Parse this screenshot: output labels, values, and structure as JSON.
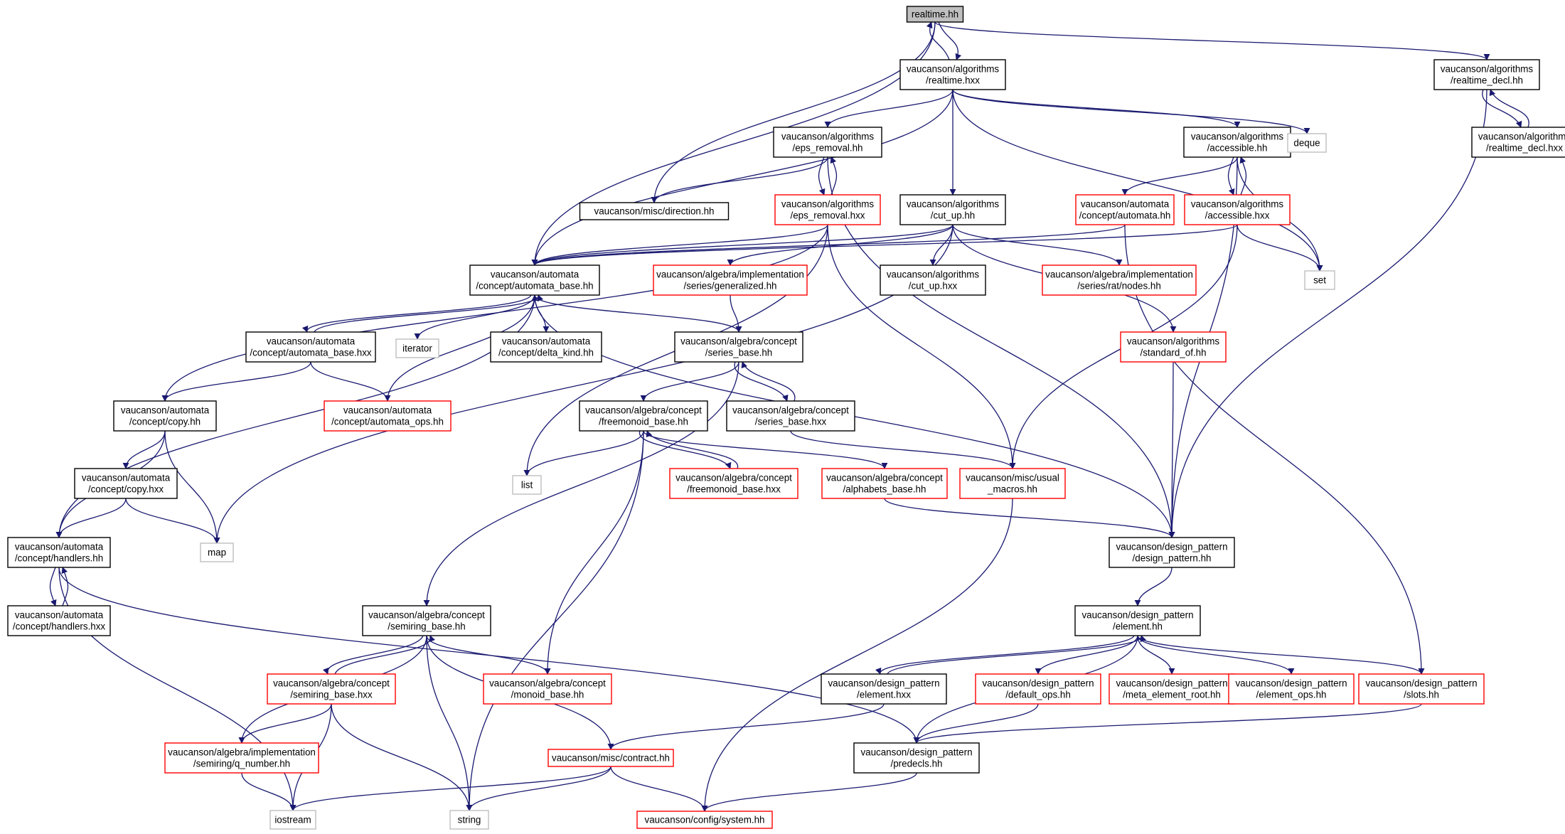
{
  "diagram": {
    "colors": {
      "edge": "#191970",
      "border_normal": "#000000",
      "border_truncated": "#ff0000",
      "border_external": "#bfbfbf",
      "root_fill": "#bfbfbf"
    },
    "nodes": [
      {
        "id": "root",
        "kind": "root",
        "lines": [
          "realtime.hh"
        ]
      },
      {
        "id": "alg_realtime_hxx",
        "kind": "normal",
        "lines": [
          "vaucanson/algorithms",
          "/realtime.hxx"
        ]
      },
      {
        "id": "alg_realtime_decl_hh",
        "kind": "normal",
        "lines": [
          "vaucanson/algorithms",
          "/realtime_decl.hh"
        ]
      },
      {
        "id": "alg_realtime_decl_hxx",
        "kind": "normal",
        "lines": [
          "vaucanson/algorithms",
          "/realtime_decl.hxx"
        ]
      },
      {
        "id": "alg_eps_removal_hh",
        "kind": "normal",
        "lines": [
          "vaucanson/algorithms",
          "/eps_removal.hh"
        ]
      },
      {
        "id": "alg_eps_removal_hxx",
        "kind": "truncated",
        "lines": [
          "vaucanson/algorithms",
          "/eps_removal.hxx"
        ]
      },
      {
        "id": "misc_direction",
        "kind": "normal",
        "lines": [
          "vaucanson/misc/direction.hh"
        ]
      },
      {
        "id": "alg_accessible_hh",
        "kind": "normal",
        "lines": [
          "vaucanson/algorithms",
          "/accessible.hh"
        ]
      },
      {
        "id": "alg_accessible_hxx",
        "kind": "truncated",
        "lines": [
          "vaucanson/algorithms",
          "/accessible.hxx"
        ]
      },
      {
        "id": "aut_concept_automata",
        "kind": "truncated",
        "lines": [
          "vaucanson/automata",
          "/concept/automata.hh"
        ]
      },
      {
        "id": "deque",
        "kind": "external",
        "lines": [
          "deque"
        ]
      },
      {
        "id": "set",
        "kind": "external",
        "lines": [
          "set"
        ]
      },
      {
        "id": "alg_cut_up_hh",
        "kind": "normal",
        "lines": [
          "vaucanson/algorithms",
          "/cut_up.hh"
        ]
      },
      {
        "id": "alg_cut_up_hxx",
        "kind": "normal",
        "lines": [
          "vaucanson/algorithms",
          "/cut_up.hxx"
        ]
      },
      {
        "id": "impl_series_rat_nodes",
        "kind": "truncated",
        "lines": [
          "vaucanson/algebra/implementation",
          "/series/rat/nodes.hh"
        ]
      },
      {
        "id": "impl_series_generalized",
        "kind": "truncated",
        "lines": [
          "vaucanson/algebra/implementation",
          "/series/generalized.hh"
        ]
      },
      {
        "id": "aut_automata_base_hh",
        "kind": "normal",
        "lines": [
          "vaucanson/automata",
          "/concept/automata_base.hh"
        ]
      },
      {
        "id": "aut_automata_base_hxx",
        "kind": "normal",
        "lines": [
          "vaucanson/automata",
          "/concept/automata_base.hxx"
        ]
      },
      {
        "id": "iterator",
        "kind": "external",
        "lines": [
          "iterator"
        ]
      },
      {
        "id": "aut_delta_kind",
        "kind": "normal",
        "lines": [
          "vaucanson/automata",
          "/concept/delta_kind.hh"
        ]
      },
      {
        "id": "alg_series_base_hh",
        "kind": "normal",
        "lines": [
          "vaucanson/algebra/concept",
          "/series_base.hh"
        ]
      },
      {
        "id": "alg_standard_of",
        "kind": "truncated",
        "lines": [
          "vaucanson/algorithms",
          "/standard_of.hh"
        ]
      },
      {
        "id": "aut_copy_hh",
        "kind": "normal",
        "lines": [
          "vaucanson/automata",
          "/concept/copy.hh"
        ]
      },
      {
        "id": "aut_automata_ops",
        "kind": "truncated",
        "lines": [
          "vaucanson/automata",
          "/concept/automata_ops.hh"
        ]
      },
      {
        "id": "alg_freemonoid_base_hh",
        "kind": "normal",
        "lines": [
          "vaucanson/algebra/concept",
          "/freemonoid_base.hh"
        ]
      },
      {
        "id": "alg_series_base_hxx",
        "kind": "normal",
        "lines": [
          "vaucanson/algebra/concept",
          "/series_base.hxx"
        ]
      },
      {
        "id": "aut_copy_hxx",
        "kind": "normal",
        "lines": [
          "vaucanson/automata",
          "/concept/copy.hxx"
        ]
      },
      {
        "id": "list",
        "kind": "external",
        "lines": [
          "list"
        ]
      },
      {
        "id": "alg_freemonoid_base_hxx",
        "kind": "truncated",
        "lines": [
          "vaucanson/algebra/concept",
          "/freemonoid_base.hxx"
        ]
      },
      {
        "id": "alg_alphabets_base",
        "kind": "truncated",
        "lines": [
          "vaucanson/algebra/concept",
          "/alphabets_base.hh"
        ]
      },
      {
        "id": "misc_usual_macros",
        "kind": "truncated",
        "lines": [
          "vaucanson/misc/usual",
          "_macros.hh"
        ]
      },
      {
        "id": "map",
        "kind": "external",
        "lines": [
          "map"
        ]
      },
      {
        "id": "aut_handlers_hh",
        "kind": "normal",
        "lines": [
          "vaucanson/automata",
          "/concept/handlers.hh"
        ]
      },
      {
        "id": "dp_design_pattern",
        "kind": "normal",
        "lines": [
          "vaucanson/design_pattern",
          "/design_pattern.hh"
        ]
      },
      {
        "id": "aut_handlers_hxx",
        "kind": "normal",
        "lines": [
          "vaucanson/automata",
          "/concept/handlers.hxx"
        ]
      },
      {
        "id": "dp_element_hh",
        "kind": "normal",
        "lines": [
          "vaucanson/design_pattern",
          "/element.hh"
        ]
      },
      {
        "id": "alg_semiring_base_hh",
        "kind": "normal",
        "lines": [
          "vaucanson/algebra/concept",
          "/semiring_base.hh"
        ]
      },
      {
        "id": "alg_semiring_base_hxx",
        "kind": "truncated",
        "lines": [
          "vaucanson/algebra/concept",
          "/semiring_base.hxx"
        ]
      },
      {
        "id": "alg_monoid_base",
        "kind": "truncated",
        "lines": [
          "vaucanson/algebra/concept",
          "/monoid_base.hh"
        ]
      },
      {
        "id": "dp_element_hxx",
        "kind": "normal",
        "lines": [
          "vaucanson/design_pattern",
          "/element.hxx"
        ]
      },
      {
        "id": "dp_default_ops",
        "kind": "truncated",
        "lines": [
          "vaucanson/design_pattern",
          "/default_ops.hh"
        ]
      },
      {
        "id": "dp_meta_element_root",
        "kind": "truncated",
        "lines": [
          "vaucanson/design_pattern",
          "/meta_element_root.hh"
        ]
      },
      {
        "id": "dp_element_ops",
        "kind": "truncated",
        "lines": [
          "vaucanson/design_pattern",
          "/element_ops.hh"
        ]
      },
      {
        "id": "dp_slots",
        "kind": "truncated",
        "lines": [
          "vaucanson/design_pattern",
          "/slots.hh"
        ]
      },
      {
        "id": "impl_q_number",
        "kind": "truncated",
        "lines": [
          "vaucanson/algebra/implementation",
          "/semiring/q_number.hh"
        ]
      },
      {
        "id": "misc_contract",
        "kind": "truncated",
        "lines": [
          "vaucanson/misc/contract.hh"
        ]
      },
      {
        "id": "dp_predecls",
        "kind": "normal",
        "lines": [
          "vaucanson/design_pattern",
          "/predecls.hh"
        ]
      },
      {
        "id": "iostream",
        "kind": "external",
        "lines": [
          "iostream"
        ]
      },
      {
        "id": "string",
        "kind": "external",
        "lines": [
          "string"
        ]
      },
      {
        "id": "config_system",
        "kind": "truncated",
        "lines": [
          "vaucanson/config/system.hh"
        ]
      }
    ],
    "edges": [
      [
        "root",
        "alg_realtime_hxx"
      ],
      [
        "root",
        "misc_direction"
      ],
      [
        "root",
        "aut_automata_base_hh"
      ],
      [
        "root",
        "alg_realtime_decl_hh"
      ],
      [
        "alg_realtime_hxx",
        "root"
      ],
      [
        "alg_realtime_hxx",
        "alg_eps_removal_hh"
      ],
      [
        "alg_realtime_hxx",
        "alg_accessible_hh"
      ],
      [
        "alg_realtime_hxx",
        "deque"
      ],
      [
        "alg_realtime_hxx",
        "set"
      ],
      [
        "alg_realtime_hxx",
        "alg_cut_up_hh"
      ],
      [
        "alg_realtime_hxx",
        "aut_automata_base_hh"
      ],
      [
        "alg_realtime_decl_hh",
        "alg_realtime_decl_hxx"
      ],
      [
        "alg_realtime_decl_hh",
        "dp_design_pattern"
      ],
      [
        "alg_realtime_decl_hxx",
        "alg_realtime_decl_hh"
      ],
      [
        "alg_eps_removal_hh",
        "alg_eps_removal_hxx"
      ],
      [
        "alg_eps_removal_hh",
        "misc_direction"
      ],
      [
        "alg_eps_removal_hh",
        "dp_design_pattern"
      ],
      [
        "alg_eps_removal_hxx",
        "alg_eps_removal_hh"
      ],
      [
        "alg_eps_removal_hxx",
        "aut_automata_base_hh"
      ],
      [
        "alg_eps_removal_hxx",
        "list"
      ],
      [
        "alg_eps_removal_hxx",
        "misc_usual_macros"
      ],
      [
        "alg_eps_removal_hxx",
        "aut_copy_hh"
      ],
      [
        "alg_accessible_hh",
        "alg_accessible_hxx"
      ],
      [
        "alg_accessible_hh",
        "aut_concept_automata"
      ],
      [
        "alg_accessible_hh",
        "set"
      ],
      [
        "alg_accessible_hh",
        "dp_design_pattern"
      ],
      [
        "alg_accessible_hxx",
        "alg_accessible_hh"
      ],
      [
        "alg_accessible_hxx",
        "set"
      ],
      [
        "alg_accessible_hxx",
        "aut_automata_base_hh"
      ],
      [
        "alg_accessible_hxx",
        "misc_usual_macros"
      ],
      [
        "aut_concept_automata",
        "aut_automata_base_hh"
      ],
      [
        "aut_concept_automata",
        "dp_slots"
      ],
      [
        "alg_cut_up_hh",
        "alg_cut_up_hxx"
      ],
      [
        "alg_cut_up_hh",
        "impl_series_rat_nodes"
      ],
      [
        "alg_cut_up_hh",
        "impl_series_generalized"
      ],
      [
        "alg_cut_up_hh",
        "alg_standard_of"
      ],
      [
        "alg_cut_up_hh",
        "aut_automata_base_hh"
      ],
      [
        "alg_cut_up_hh",
        "map"
      ],
      [
        "impl_series_generalized",
        "alg_series_base_hh"
      ],
      [
        "aut_automata_base_hh",
        "aut_automata_base_hxx"
      ],
      [
        "aut_automata_base_hh",
        "iterator"
      ],
      [
        "aut_automata_base_hh",
        "aut_delta_kind"
      ],
      [
        "aut_automata_base_hh",
        "alg_series_base_hh"
      ],
      [
        "aut_automata_base_hh",
        "dp_design_pattern"
      ],
      [
        "aut_automata_base_hh",
        "aut_handlers_hh"
      ],
      [
        "aut_automata_base_hxx",
        "aut_automata_base_hh"
      ],
      [
        "aut_automata_base_hxx",
        "aut_copy_hh"
      ],
      [
        "aut_automata_base_hxx",
        "aut_automata_ops"
      ],
      [
        "aut_automata_ops",
        "aut_automata_base_hh"
      ],
      [
        "alg_series_base_hh",
        "alg_freemonoid_base_hh"
      ],
      [
        "alg_series_base_hh",
        "alg_series_base_hxx"
      ],
      [
        "alg_series_base_hh",
        "alg_semiring_base_hh"
      ],
      [
        "alg_series_base_hxx",
        "alg_series_base_hh"
      ],
      [
        "alg_series_base_hxx",
        "misc_usual_macros"
      ],
      [
        "alg_standard_of",
        "dp_design_pattern"
      ],
      [
        "aut_copy_hh",
        "aut_copy_hxx"
      ],
      [
        "aut_copy_hh",
        "map"
      ],
      [
        "aut_copy_hh",
        "aut_handlers_hh"
      ],
      [
        "aut_copy_hxx",
        "map"
      ],
      [
        "aut_copy_hxx",
        "aut_handlers_hh"
      ],
      [
        "alg_freemonoid_base_hh",
        "alg_freemonoid_base_hxx"
      ],
      [
        "alg_freemonoid_base_hh",
        "list"
      ],
      [
        "alg_freemonoid_base_hh",
        "alg_alphabets_base"
      ],
      [
        "alg_freemonoid_base_hh",
        "alg_monoid_base"
      ],
      [
        "alg_freemonoid_base_hh",
        "string"
      ],
      [
        "alg_freemonoid_base_hxx",
        "alg_freemonoid_base_hh"
      ],
      [
        "alg_alphabets_base",
        "dp_design_pattern"
      ],
      [
        "misc_usual_macros",
        "config_system"
      ],
      [
        "aut_handlers_hh",
        "aut_handlers_hxx"
      ],
      [
        "aut_handlers_hh",
        "dp_predecls"
      ],
      [
        "aut_handlers_hh",
        "iostream"
      ],
      [
        "aut_handlers_hxx",
        "aut_handlers_hh"
      ],
      [
        "dp_design_pattern",
        "dp_element_hh"
      ],
      [
        "dp_element_hh",
        "dp_element_hxx"
      ],
      [
        "dp_element_hh",
        "dp_default_ops"
      ],
      [
        "dp_element_hh",
        "dp_meta_element_root"
      ],
      [
        "dp_element_hh",
        "dp_element_ops"
      ],
      [
        "dp_element_hh",
        "dp_slots"
      ],
      [
        "dp_element_hh",
        "dp_predecls"
      ],
      [
        "dp_element_hxx",
        "dp_element_hh"
      ],
      [
        "dp_element_hxx",
        "misc_contract"
      ],
      [
        "dp_default_ops",
        "dp_predecls"
      ],
      [
        "dp_slots",
        "dp_predecls"
      ],
      [
        "alg_semiring_base_hh",
        "alg_semiring_base_hxx"
      ],
      [
        "alg_semiring_base_hh",
        "alg_monoid_base"
      ],
      [
        "alg_semiring_base_hh",
        "impl_q_number"
      ],
      [
        "alg_semiring_base_hh",
        "misc_contract"
      ],
      [
        "alg_semiring_base_hh",
        "string"
      ],
      [
        "alg_semiring_base_hxx",
        "alg_semiring_base_hh"
      ],
      [
        "alg_semiring_base_hxx",
        "impl_q_number"
      ],
      [
        "alg_semiring_base_hxx",
        "iostream"
      ],
      [
        "alg_semiring_base_hxx",
        "string"
      ],
      [
        "impl_q_number",
        "iostream"
      ],
      [
        "misc_contract",
        "iostream"
      ],
      [
        "misc_contract",
        "string"
      ],
      [
        "misc_contract",
        "config_system"
      ],
      [
        "dp_predecls",
        "config_system"
      ]
    ]
  }
}
